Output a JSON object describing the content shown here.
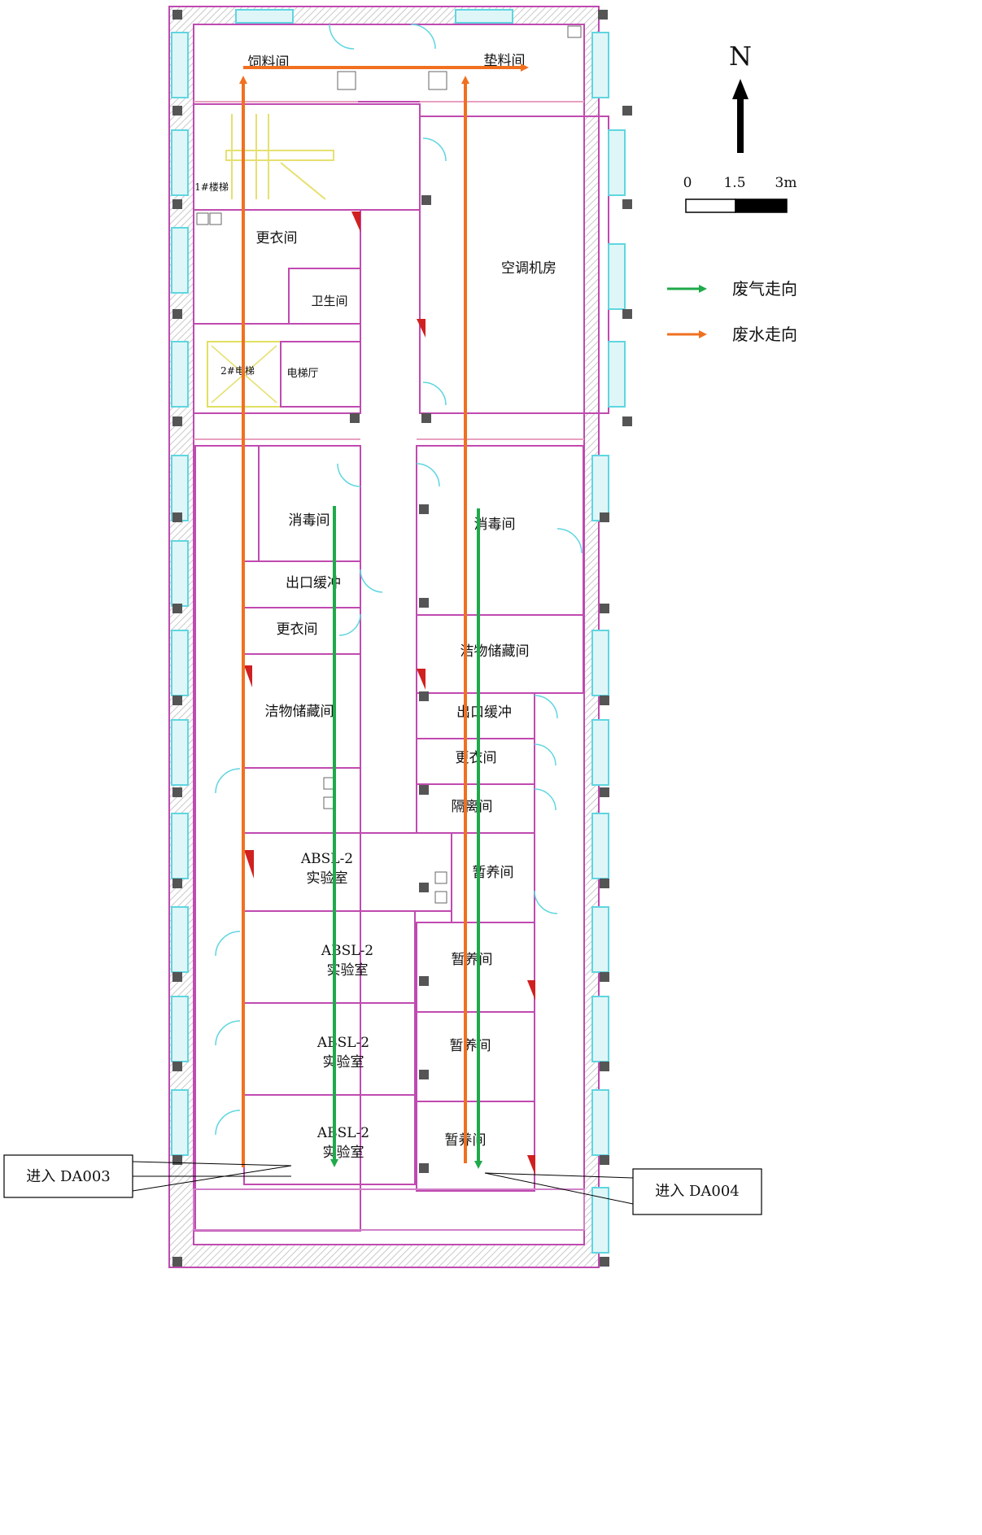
{
  "rooms": [
    {
      "id": "feed-room",
      "label": "饲料间"
    },
    {
      "id": "bedding-room",
      "label": "垫料间"
    },
    {
      "id": "staircase",
      "label": "1#楼梯"
    },
    {
      "id": "changing-room-top",
      "label": "更衣间"
    },
    {
      "id": "toilet",
      "label": "卫生间"
    },
    {
      "id": "elevator",
      "label": "2#电梯"
    },
    {
      "id": "elevator-hall",
      "label": "电梯厅"
    },
    {
      "id": "ac-room",
      "label": "空调机房"
    },
    {
      "id": "disinfection-left",
      "label": "消毒间"
    },
    {
      "id": "exit-buffer-left",
      "label": "出口缓冲"
    },
    {
      "id": "changing-room-left",
      "label": "更衣间"
    },
    {
      "id": "clean-storage-left",
      "label": "洁物储藏间"
    },
    {
      "id": "disinfection-right",
      "label": "消毒间"
    },
    {
      "id": "clean-storage-right",
      "label": "洁物储藏间"
    },
    {
      "id": "exit-buffer-right",
      "label": "出口缓冲"
    },
    {
      "id": "changing-room-right",
      "label": "更衣间"
    },
    {
      "id": "isolation-room",
      "label": "隔离间"
    },
    {
      "id": "holding-room-1",
      "label": "暂养间"
    },
    {
      "id": "holding-room-2",
      "label": "暂养间"
    },
    {
      "id": "holding-room-3",
      "label": "暂养间"
    },
    {
      "id": "holding-room-4",
      "label": "暂养间"
    }
  ],
  "labs": [
    {
      "id": "lab-1",
      "line1": "ABSL-2",
      "line2": "实验室"
    },
    {
      "id": "lab-2",
      "line1": "ABSL-2",
      "line2": "实验室"
    },
    {
      "id": "lab-3",
      "line1": "ABSL-2",
      "line2": "实验室"
    },
    {
      "id": "lab-4",
      "line1": "ABSL-2",
      "line2": "实验室"
    }
  ],
  "north": {
    "letter": "N"
  },
  "scale_bar": {
    "ticks": [
      "0",
      "1.5",
      "3m"
    ]
  },
  "legend": {
    "items": [
      {
        "label": "废气走向",
        "color": "#1faa4a"
      },
      {
        "label": "废水走向",
        "color": "#f07020"
      }
    ]
  },
  "callouts": {
    "left": "进入 DA003",
    "right": "进入 DA004"
  },
  "colors": {
    "exhaust": "#1faa4a",
    "wastewater": "#f07020",
    "walls": "#c04ab0",
    "windows": "#5fd6e0",
    "columns": "#555555"
  }
}
